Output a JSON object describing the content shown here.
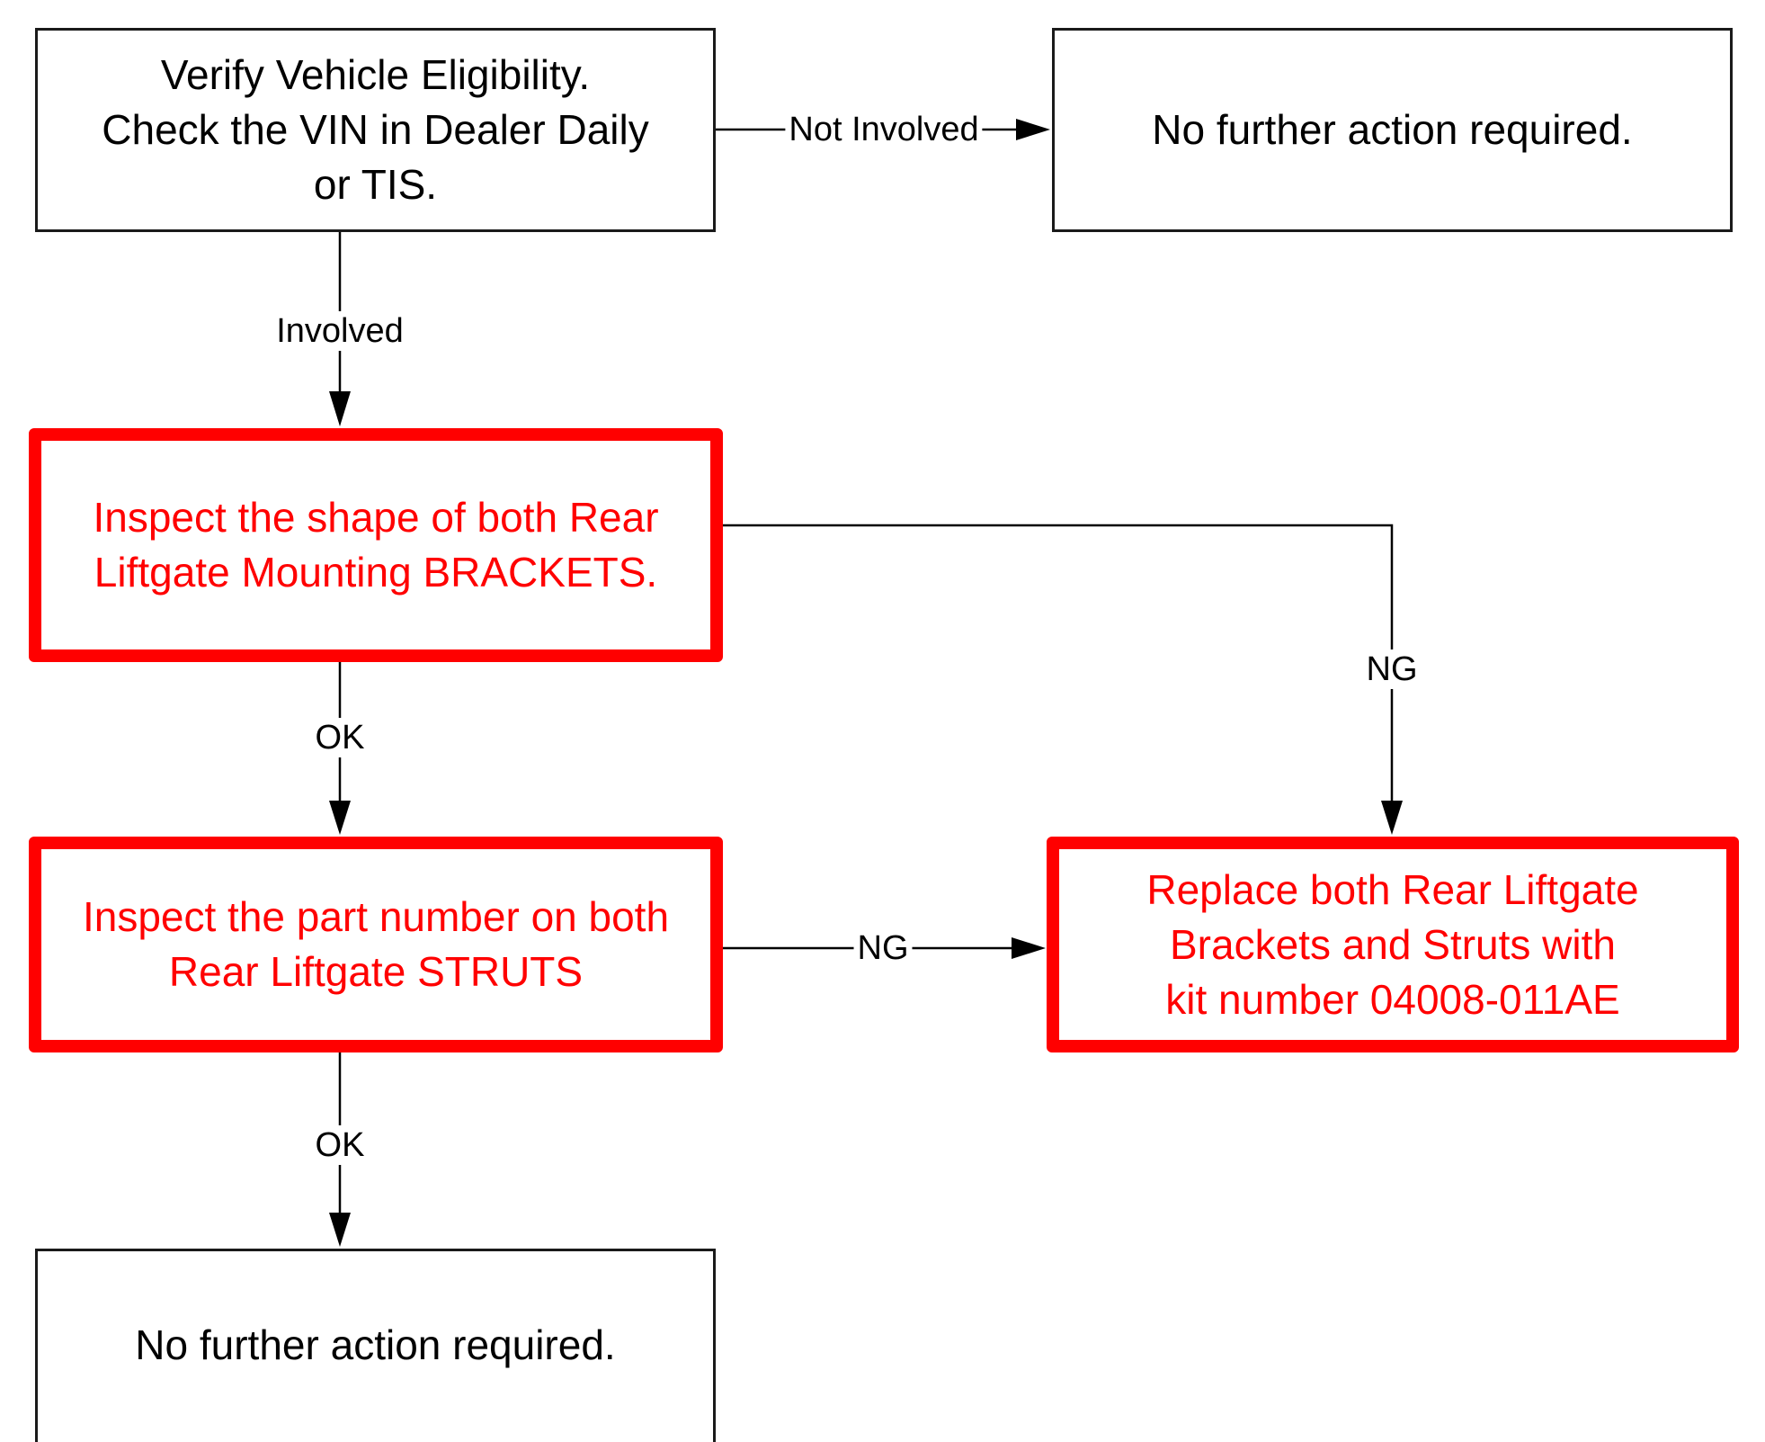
{
  "nodes": {
    "verify": {
      "text": "Verify Vehicle Eligibility.\nCheck the VIN in Dealer Daily\nor TIS."
    },
    "no_action_top": {
      "text": "No further action required."
    },
    "inspect_brackets": {
      "text": "Inspect the shape of both Rear\nLiftgate Mounting BRACKETS."
    },
    "inspect_struts": {
      "text": "Inspect the part number on both\nRear Liftgate STRUTS"
    },
    "replace": {
      "text": "Replace both Rear Liftgate\nBrackets and Struts with\nkit number 04008-011AE"
    },
    "no_action_bottom": {
      "text": "No further action required."
    }
  },
  "edges": {
    "verify_to_no_action": {
      "label": "Not Involved"
    },
    "verify_to_brackets": {
      "label": "Involved"
    },
    "brackets_to_replace": {
      "label": "NG"
    },
    "brackets_to_struts": {
      "label": "OK"
    },
    "struts_to_replace": {
      "label": "NG"
    },
    "struts_to_no_action": {
      "label": "OK"
    }
  },
  "colors": {
    "alert": "#ff0000",
    "line": "#000000",
    "plain_border": "#1a1a1a"
  }
}
